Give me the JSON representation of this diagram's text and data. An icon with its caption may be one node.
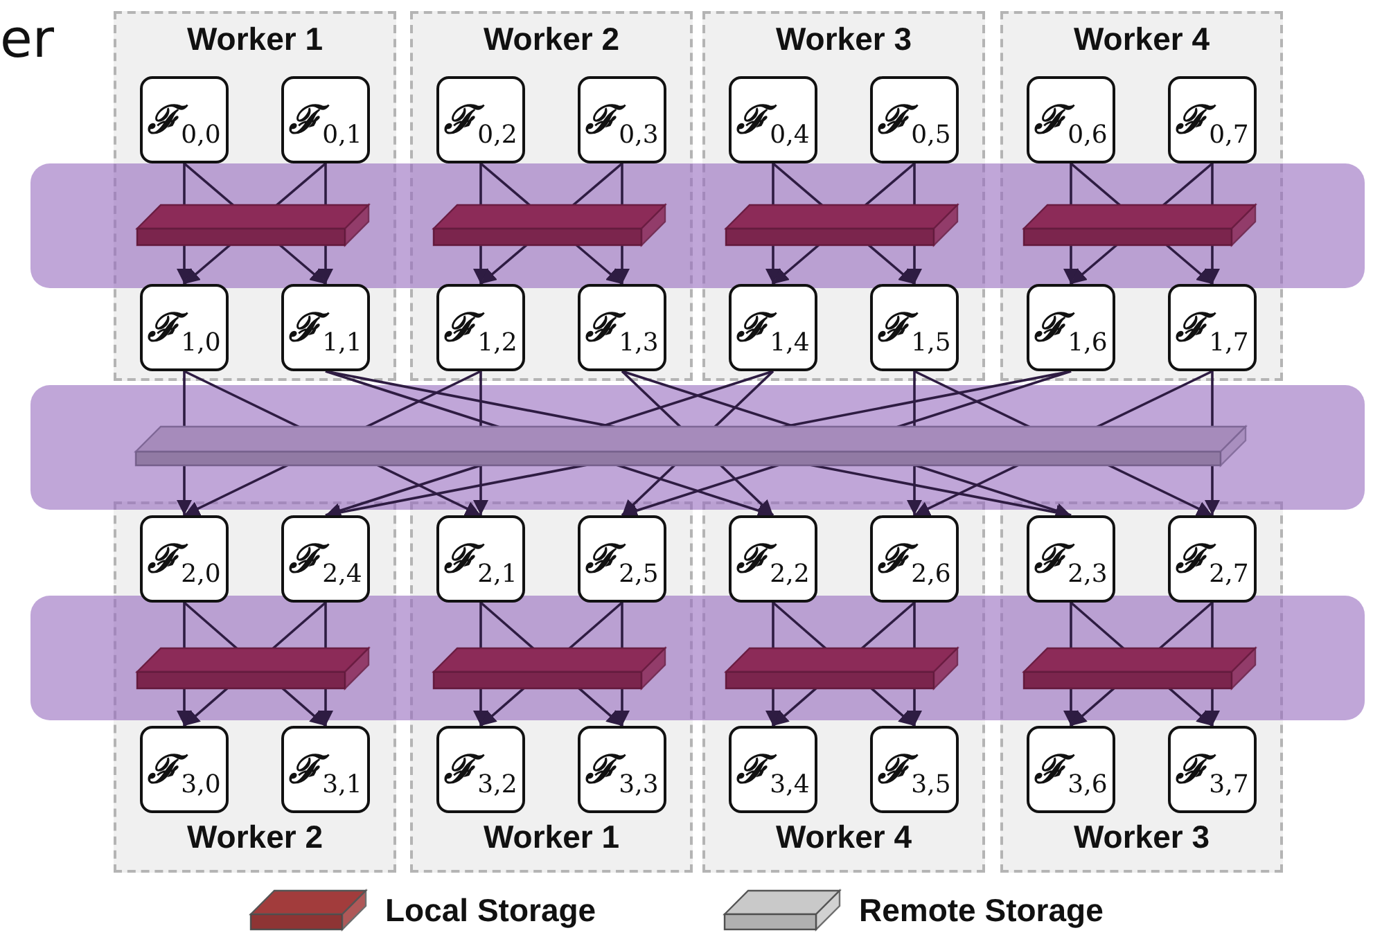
{
  "diagram": {
    "nodes": [
      {
        "text": [
          "Worker 1"
        ]
      },
      {
        "text": [
          "ℱ$_{0,0}$"
        ],
        "in": 0
      },
      {
        "text": [
          "ℱ$_{0,1}$"
        ],
        "in": 0
      },
      {
        "text": [
          "ℱ$_{1,0}$"
        ],
        "in": 0
      },
      {
        "text": [
          "ℱ$_{1,1}$"
        ],
        "in": 0
      },
      {
        "text": [
          "Worker 2"
        ]
      },
      {
        "text": [
          "ℱ$_{0,2}$"
        ],
        "in": 5
      },
      {
        "text": [
          "ℱ$_{0,3}$"
        ],
        "in": 5
      },
      {
        "text": [
          "ℱ$_{1,2}$"
        ],
        "in": 5
      },
      {
        "text": [
          "ℱ$_{1,3}$"
        ],
        "in": 5
      },
      {
        "text": [
          "Worker 3"
        ]
      },
      {
        "text": [
          "ℱ$_{0,4}$"
        ],
        "in": 10
      },
      {
        "text": [
          "ℱ$_{0,5}$"
        ],
        "in": 10
      },
      {
        "text": [
          "ℱ$_{1,4}$"
        ],
        "in": 10
      },
      {
        "text": [
          "ℱ$_{1,5}$"
        ],
        "in": 10
      },
      {
        "text": [
          "Worker 4"
        ]
      },
      {
        "text": [
          "ℱ$_{0,6}$"
        ],
        "in": 15
      },
      {
        "text": [
          "ℱ$_{0,7}$"
        ],
        "in": 15
      },
      {
        "text": [
          "ℱ$_{1,6}$"
        ],
        "in": 15
      },
      {
        "text": [
          "ℱ$_{1,7}$"
        ],
        "in": 15
      },
      {
        "text": [
          "Worker 2"
        ]
      },
      {
        "text": [
          "ℱ$_{2,0}$"
        ],
        "in": 20
      },
      {
        "text": [
          "ℱ$_{2,4}$"
        ],
        "in": 20
      },
      {
        "text": [
          "ℱ$_{3,0}$"
        ],
        "in": 20
      },
      {
        "text": [
          "ℱ$_{3,1}$"
        ],
        "in": 20
      },
      {
        "text": [
          "Worker 1"
        ]
      },
      {
        "text": [
          "ℱ$_{2,1}$"
        ],
        "in": 25
      },
      {
        "text": [
          "ℱ$_{2,5}$"
        ],
        "in": 25
      },
      {
        "text": [
          "ℱ$_{3,2}$"
        ],
        "in": 25
      },
      {
        "text": [
          "ℱ$_{3,3}$"
        ],
        "in": 25
      },
      {
        "text": [
          "Worker 4"
        ]
      },
      {
        "text": [
          "ℱ$_{2,2}$"
        ],
        "in": 30
      },
      {
        "text": [
          "ℱ$_{2,6}$"
        ],
        "in": 30
      },
      {
        "text": [
          "ℱ$_{3,4}$"
        ],
        "in": 30
      },
      {
        "text": [
          "ℱ$_{3,5}$"
        ],
        "in": 30
      },
      {
        "text": [
          "Worker 3"
        ]
      },
      {
        "text": [
          "ℱ$_{2,3}$"
        ],
        "in": 35
      },
      {
        "text": [
          "ℱ$_{2,7}$"
        ],
        "in": 35
      },
      {
        "text": [
          "ℱ$_{3,6}$"
        ],
        "in": 35
      },
      {
        "text": [
          "ℱ$_{3,7}$"
        ],
        "in": 35
      }
    ],
    "edges": [
      {
        "from": 1,
        "to": 3,
        "arrow": "to"
      },
      {
        "from": 1,
        "to": 4,
        "arrow": "to"
      },
      {
        "from": 2,
        "to": 3,
        "arrow": "to"
      },
      {
        "from": 2,
        "to": 4,
        "arrow": "to"
      },
      {
        "from": 6,
        "to": 8,
        "arrow": "to"
      },
      {
        "from": 6,
        "to": 9,
        "arrow": "to"
      },
      {
        "from": 7,
        "to": 8,
        "arrow": "to"
      },
      {
        "from": 7,
        "to": 9,
        "arrow": "to"
      },
      {
        "from": 11,
        "to": 13,
        "arrow": "to"
      },
      {
        "from": 11,
        "to": 14,
        "arrow": "to"
      },
      {
        "from": 12,
        "to": 13,
        "arrow": "to"
      },
      {
        "from": 12,
        "to": 14,
        "arrow": "to"
      },
      {
        "from": 16,
        "to": 18,
        "arrow": "to"
      },
      {
        "from": 16,
        "to": 19,
        "arrow": "to"
      },
      {
        "from": 17,
        "to": 18,
        "arrow": "to"
      },
      {
        "from": 17,
        "to": 19,
        "arrow": "to"
      },
      {
        "from": 3,
        "to": 21,
        "arrow": "to"
      },
      {
        "from": 3,
        "to": 26,
        "arrow": "to"
      },
      {
        "from": 4,
        "to": 31,
        "arrow": "to"
      },
      {
        "from": 4,
        "to": 36,
        "arrow": "to"
      },
      {
        "from": 8,
        "to": 21,
        "arrow": "to"
      },
      {
        "from": 8,
        "to": 26,
        "arrow": "to"
      },
      {
        "from": 9,
        "to": 31,
        "arrow": "to"
      },
      {
        "from": 9,
        "to": 36,
        "arrow": "to"
      },
      {
        "from": 13,
        "to": 22,
        "arrow": "to"
      },
      {
        "from": 13,
        "to": 27,
        "arrow": "to"
      },
      {
        "from": 14,
        "to": 32,
        "arrow": "to"
      },
      {
        "from": 14,
        "to": 37,
        "arrow": "to"
      },
      {
        "from": 18,
        "to": 22,
        "arrow": "to"
      },
      {
        "from": 18,
        "to": 27,
        "arrow": "to"
      },
      {
        "from": 19,
        "to": 32,
        "arrow": "to"
      },
      {
        "from": 19,
        "to": 37,
        "arrow": "to"
      },
      {
        "from": 21,
        "to": 23,
        "arrow": "to"
      },
      {
        "from": 21,
        "to": 24,
        "arrow": "to"
      },
      {
        "from": 22,
        "to": 23,
        "arrow": "to"
      },
      {
        "from": 22,
        "to": 24,
        "arrow": "to"
      },
      {
        "from": 26,
        "to": 28,
        "arrow": "to"
      },
      {
        "from": 26,
        "to": 29,
        "arrow": "to"
      },
      {
        "from": 27,
        "to": 28,
        "arrow": "to"
      },
      {
        "from": 27,
        "to": 29,
        "arrow": "to"
      },
      {
        "from": 31,
        "to": 33,
        "arrow": "to"
      },
      {
        "from": 31,
        "to": 34,
        "arrow": "to"
      },
      {
        "from": 32,
        "to": 33,
        "arrow": "to"
      },
      {
        "from": 32,
        "to": 34,
        "arrow": "to"
      },
      {
        "from": 36,
        "to": 38,
        "arrow": "to"
      },
      {
        "from": 36,
        "to": 39,
        "arrow": "to"
      },
      {
        "from": 37,
        "to": 38,
        "arrow": "to"
      },
      {
        "from": 37,
        "to": 39,
        "arrow": "to"
      }
    ],
    "labels": [
      "er"
    ],
    "legend": [
      {
        "text": "Local Storage",
        "color": "#a23c3c"
      },
      {
        "text": "Remote Storage",
        "color": "#c9c9c9"
      }
    ]
  }
}
